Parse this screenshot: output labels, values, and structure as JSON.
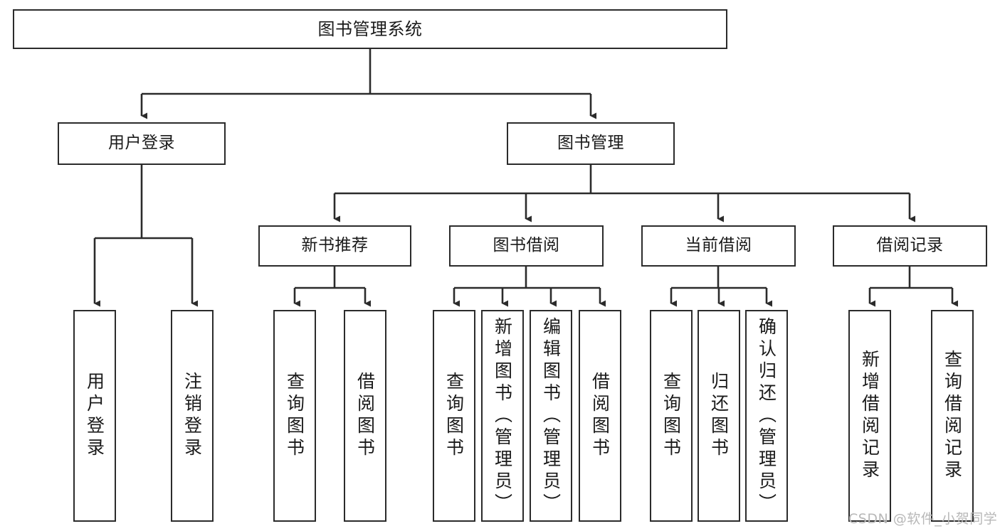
{
  "diagram": {
    "title": "图书管理系统",
    "watermark": "CSDN @软件_小贺同学",
    "line_color": "#2b2b2b",
    "box_border_color": "#2b2b2b",
    "box_fill_color": "#ffffff",
    "text_color": "#1a1a1a",
    "watermark_color": "#b8b8b8"
  },
  "nodes": {
    "root": {
      "label": "图书管理系统"
    },
    "level1": [
      {
        "label": "用户登录"
      },
      {
        "label": "图书管理"
      }
    ],
    "level2": [
      {
        "label": "新书推荐"
      },
      {
        "label": "图书借阅"
      },
      {
        "label": "当前借阅"
      },
      {
        "label": "借阅记录"
      }
    ],
    "leaves": {
      "user_login": [
        {
          "label": "用户登录"
        },
        {
          "label": "注销登录"
        }
      ],
      "new_book_recommend": [
        {
          "label": "查询图书"
        },
        {
          "label": "借阅图书"
        }
      ],
      "book_borrow": [
        {
          "label": "查询图书"
        },
        {
          "label": "新增图书（管理员）"
        },
        {
          "label": "编辑图书（管理员）"
        },
        {
          "label": "借阅图书"
        }
      ],
      "current_borrow": [
        {
          "label": "查询图书"
        },
        {
          "label": "归还图书"
        },
        {
          "label": "确认归还（管理员）"
        }
      ],
      "borrow_record": [
        {
          "label": "新增借阅记录"
        },
        {
          "label": "查询借阅记录"
        }
      ]
    }
  },
  "chart_data": {
    "type": "diagram",
    "subtype": "tree",
    "title": "图书管理系统",
    "orientation": "top-down",
    "levels": 4,
    "tree": {
      "name": "图书管理系统",
      "children": [
        {
          "name": "用户登录",
          "children": [
            {
              "name": "用户登录"
            },
            {
              "name": "注销登录"
            }
          ]
        },
        {
          "name": "图书管理",
          "children": [
            {
              "name": "新书推荐",
              "children": [
                {
                  "name": "查询图书"
                },
                {
                  "name": "借阅图书"
                }
              ]
            },
            {
              "name": "图书借阅",
              "children": [
                {
                  "name": "查询图书"
                },
                {
                  "name": "新增图书（管理员）"
                },
                {
                  "name": "编辑图书（管理员）"
                },
                {
                  "name": "借阅图书"
                }
              ]
            },
            {
              "name": "当前借阅",
              "children": [
                {
                  "name": "查询图书"
                },
                {
                  "name": "归还图书"
                },
                {
                  "name": "确认归还（管理员）"
                }
              ]
            },
            {
              "name": "借阅记录",
              "children": [
                {
                  "name": "新增借阅记录"
                },
                {
                  "name": "查询借阅记录"
                }
              ]
            }
          ]
        }
      ]
    }
  }
}
